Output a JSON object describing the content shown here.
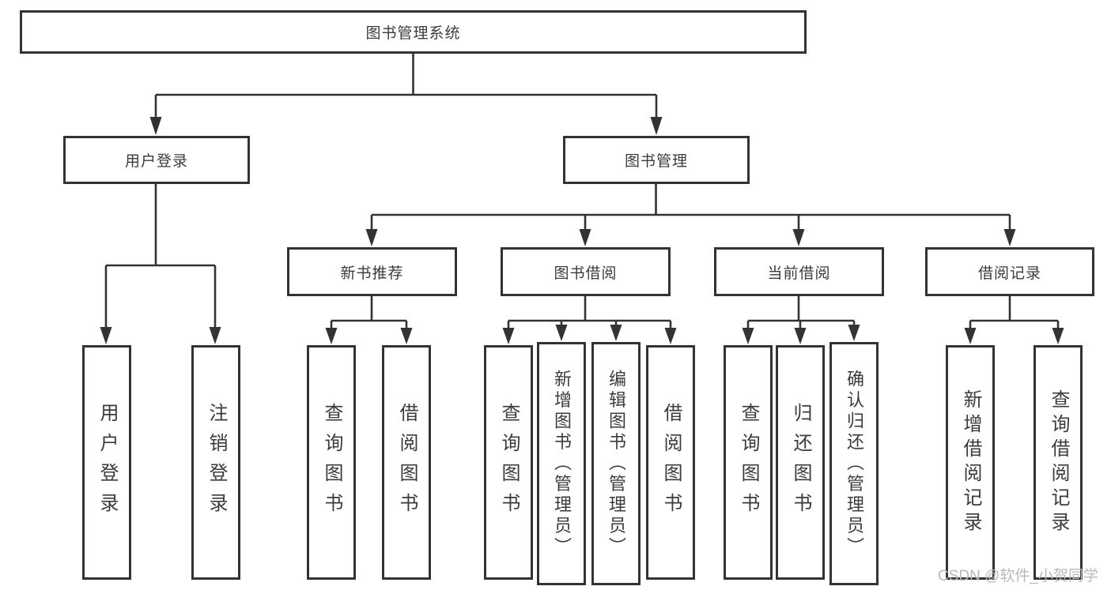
{
  "nodes": {
    "root": {
      "label": "图书管理系统"
    },
    "level1": [
      {
        "label": "用户登录"
      },
      {
        "label": "图书管理"
      }
    ],
    "level2": [
      {
        "label": "新书推荐"
      },
      {
        "label": "图书借阅"
      },
      {
        "label": "当前借阅"
      },
      {
        "label": "借阅记录"
      }
    ],
    "leaves": [
      {
        "label": "用户登录"
      },
      {
        "label": "注销登录"
      },
      {
        "label": "查询图书"
      },
      {
        "label": "借阅图书"
      },
      {
        "label": "查询图书"
      },
      {
        "label": "新增图书（管理员）"
      },
      {
        "label": "编辑图书（管理员）"
      },
      {
        "label": "借阅图书"
      },
      {
        "label": "查询图书"
      },
      {
        "label": "归还图书"
      },
      {
        "label": "确认归还（管理员）"
      },
      {
        "label": "新增借阅记录"
      },
      {
        "label": "查询借阅记录"
      }
    ]
  },
  "watermark": {
    "text": "CSDN @软件_小贺同学"
  },
  "colors": {
    "line": "#333333",
    "border": "#333333",
    "text": "#3b3b3b",
    "watermark": "#b9b9b9",
    "background": "#ffffff"
  }
}
